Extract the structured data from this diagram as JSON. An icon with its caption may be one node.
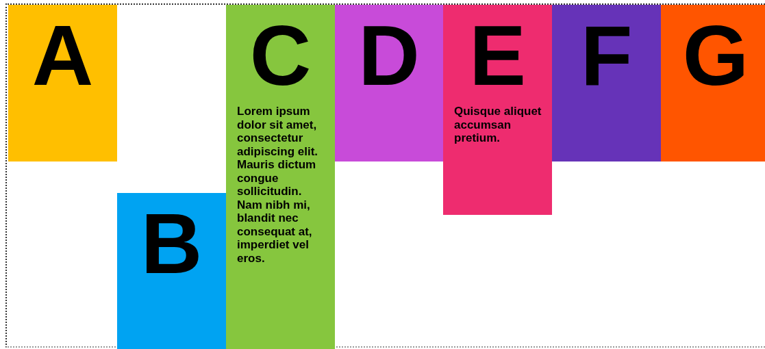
{
  "diagram": {
    "nodes": [
      {
        "text": [],
        "shape": "box"
      },
      {
        "text": [
          "A"
        ],
        "in": 0
      },
      {
        "text": [
          "B"
        ],
        "in": 0
      },
      {
        "text": [
          "C",
          "Lorem ipsum dolor sit amet, consectetur adipiscing elit. Mauris dictum congue sollicitudin. Nam nibh mi, blandit nec consequat at, imperdiet vel eros."
        ],
        "in": 0
      },
      {
        "text": [
          "D"
        ],
        "in": 0
      },
      {
        "text": [
          "E",
          "Quisque aliquet accumsan pretium."
        ],
        "in": 0
      },
      {
        "text": [
          "F"
        ],
        "in": 0
      },
      {
        "text": [
          "G"
        ],
        "in": 0
      }
    ]
  }
}
